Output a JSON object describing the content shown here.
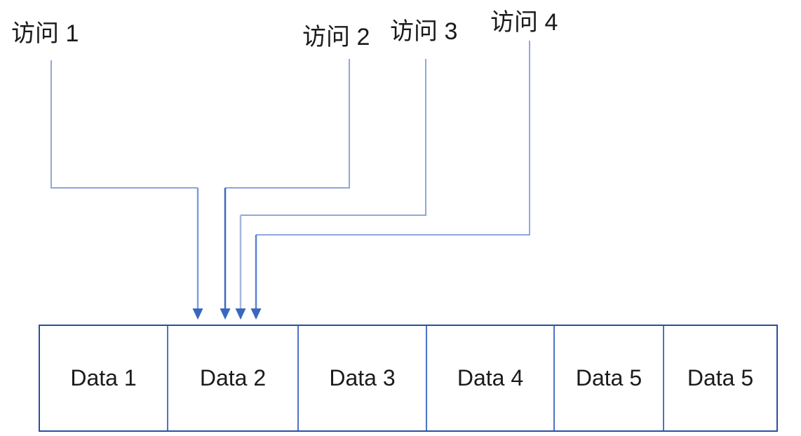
{
  "access_labels": [
    {
      "label": "访问 1"
    },
    {
      "label": "访问 2"
    },
    {
      "label": "访问 3"
    },
    {
      "label": "访问 4"
    }
  ],
  "memory_cells": [
    {
      "label": "Data 1"
    },
    {
      "label": "Data 2"
    },
    {
      "label": "Data 3"
    },
    {
      "label": "Data 4"
    },
    {
      "label": "Data 5"
    },
    {
      "label": "Data 5"
    }
  ],
  "colors": {
    "label_text": "#1a1a1a",
    "elbow_line": "#8EA8DB",
    "shaft_1": "#7D9EDC",
    "shaft_2": "#4068BE",
    "shaft_3": "#A6B8E0",
    "shaft_4": "#5C82D0",
    "arrowhead": "#3A67BE",
    "box_border": "#2A4FA0",
    "cell_divider": "#4C73C6",
    "cell_text": "#1b1b1b"
  }
}
